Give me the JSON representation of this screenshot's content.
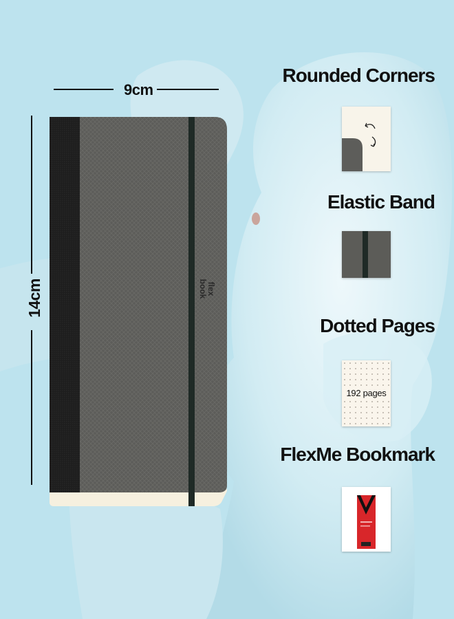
{
  "dimensions": {
    "width_label": "9cm",
    "height_label": "14cm"
  },
  "notebook": {
    "brand_logo": "flex book",
    "cover_color": "#5d5d5a",
    "spine_color": "#1e1e1e",
    "band_color": "#1f2a26",
    "pages_color": "#f6f0df"
  },
  "features": [
    {
      "title": "Rounded Corners"
    },
    {
      "title": "Elastic Band"
    },
    {
      "title": "Dotted Pages",
      "detail": "192 pages"
    },
    {
      "title": "FlexMe Bookmark"
    }
  ],
  "background_color": "#bde3ee"
}
